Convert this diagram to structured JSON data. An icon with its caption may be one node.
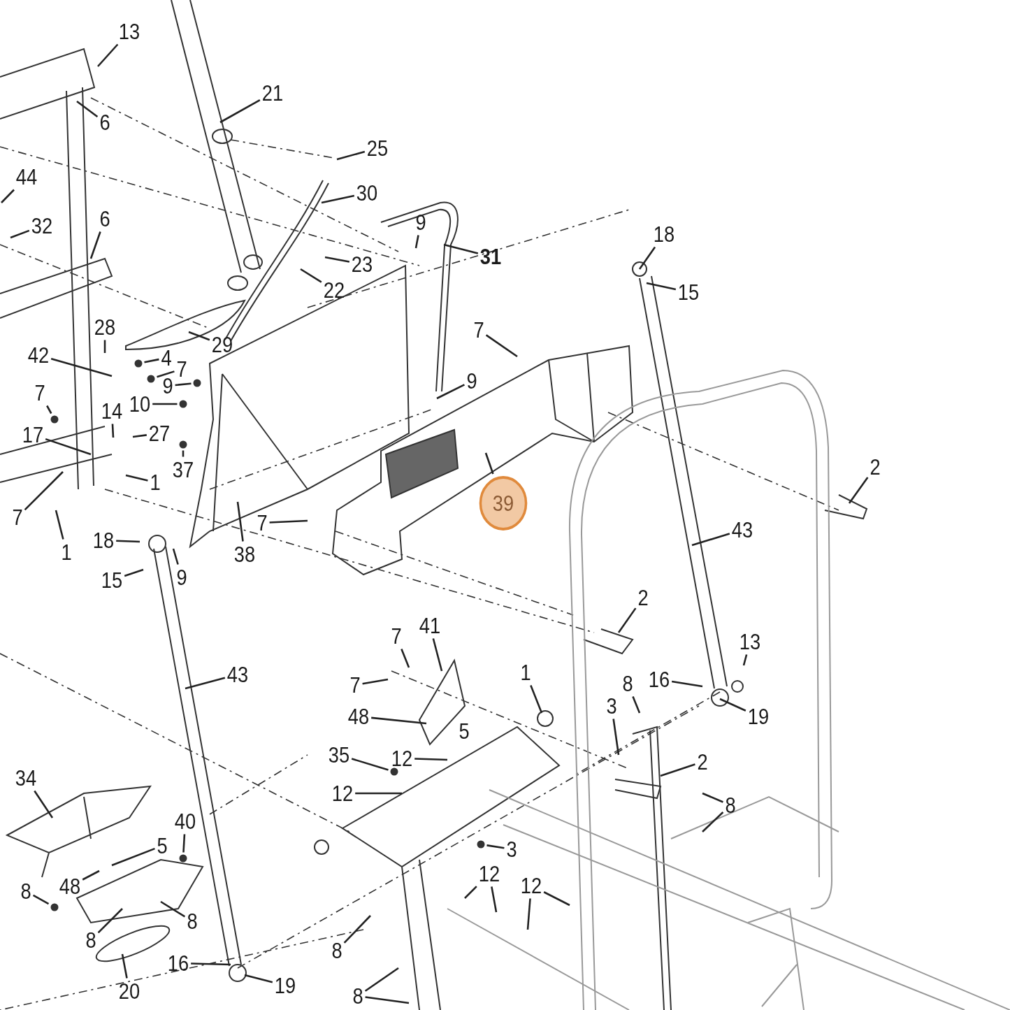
{
  "diagram": {
    "nodes": [
      {
        "text": [
          "13"
        ]
      },
      {
        "text": [
          "6"
        ]
      },
      {
        "text": [
          "21"
        ]
      },
      {
        "text": [
          "25"
        ]
      },
      {
        "text": [
          "44"
        ]
      },
      {
        "text": [
          "30"
        ]
      },
      {
        "text": [
          "6"
        ]
      },
      {
        "text": [
          "9"
        ]
      },
      {
        "text": [
          "32"
        ]
      },
      {
        "text": [
          "18"
        ]
      },
      {
        "text": [
          "31"
        ]
      },
      {
        "text": [
          "23"
        ]
      },
      {
        "text": [
          "22"
        ]
      },
      {
        "text": [
          "15"
        ]
      },
      {
        "text": [
          "28"
        ]
      },
      {
        "text": [
          "7"
        ]
      },
      {
        "text": [
          "29"
        ]
      },
      {
        "text": [
          "42"
        ]
      },
      {
        "text": [
          "4"
        ]
      },
      {
        "text": [
          "7"
        ]
      },
      {
        "text": [
          "9"
        ]
      },
      {
        "text": [
          "9"
        ]
      },
      {
        "text": [
          "7"
        ]
      },
      {
        "text": [
          "10"
        ]
      },
      {
        "text": [
          "14"
        ]
      },
      {
        "text": [
          "27"
        ]
      },
      {
        "text": [
          "17"
        ]
      },
      {
        "text": [
          "37"
        ]
      },
      {
        "text": [
          "2"
        ]
      },
      {
        "text": [
          "1"
        ]
      },
      {
        "text": [
          "39"
        ]
      },
      {
        "text": [
          "7"
        ]
      },
      {
        "text": [
          "7"
        ]
      },
      {
        "text": [
          "43"
        ]
      },
      {
        "text": [
          "18"
        ]
      },
      {
        "text": [
          "1"
        ]
      },
      {
        "text": [
          "38"
        ]
      },
      {
        "text": [
          "15"
        ]
      },
      {
        "text": [
          "9"
        ]
      },
      {
        "text": [
          "2"
        ]
      },
      {
        "text": [
          "41"
        ]
      },
      {
        "text": [
          "7"
        ]
      },
      {
        "text": [
          "13"
        ]
      },
      {
        "text": [
          "1"
        ]
      },
      {
        "text": [
          "43"
        ]
      },
      {
        "text": [
          "16"
        ]
      },
      {
        "text": [
          "8"
        ]
      },
      {
        "text": [
          "7"
        ]
      },
      {
        "text": [
          "3"
        ]
      },
      {
        "text": [
          "48"
        ]
      },
      {
        "text": [
          "19"
        ]
      },
      {
        "text": [
          "5"
        ]
      },
      {
        "text": [
          "35"
        ]
      },
      {
        "text": [
          "12"
        ]
      },
      {
        "text": [
          "2"
        ]
      },
      {
        "text": [
          "34"
        ]
      },
      {
        "text": [
          "12"
        ]
      },
      {
        "text": [
          "8"
        ]
      },
      {
        "text": [
          "40"
        ]
      },
      {
        "text": [
          "5"
        ]
      },
      {
        "text": [
          "3"
        ]
      },
      {
        "text": [
          "12"
        ]
      },
      {
        "text": [
          "48"
        ]
      },
      {
        "text": [
          "12"
        ]
      },
      {
        "text": [
          "8"
        ]
      },
      {
        "text": [
          "8"
        ]
      },
      {
        "text": [
          "8"
        ]
      },
      {
        "text": [
          "8"
        ]
      },
      {
        "text": [
          "16"
        ]
      },
      {
        "text": [
          "20"
        ]
      },
      {
        "text": [
          "19"
        ]
      },
      {
        "text": [
          "8"
        ]
      },
      {
        "text": [],
        "shape": "circle"
      },
      {
        "text": [],
        "shape": "circle"
      },
      {
        "text": [],
        "shape": "circle"
      },
      {
        "text": [],
        "shape": "circle"
      },
      {
        "text": [],
        "shape": "circle"
      },
      {
        "text": [],
        "shape": "circle"
      },
      {
        "text": [],
        "shape": "circle"
      },
      {
        "text": [],
        "shape": "circle"
      },
      {
        "text": [],
        "shape": "circle"
      },
      {
        "text": [],
        "shape": "circle"
      }
    ],
    "edges": [
      {
        "from": 0,
        "to": null,
        "arrow": "none"
      },
      {
        "from": 1,
        "to": null,
        "arrow": "none"
      },
      {
        "from": 2,
        "to": null,
        "arrow": "none"
      },
      {
        "from": 3,
        "to": null,
        "arrow": "none"
      },
      {
        "from": 4,
        "to": null,
        "arrow": "none"
      },
      {
        "from": 5,
        "to": null,
        "arrow": "none"
      },
      {
        "from": 6,
        "to": null,
        "arrow": "none"
      },
      {
        "from": 7,
        "to": null,
        "arrow": "none"
      },
      {
        "from": 8,
        "to": null,
        "arrow": "none"
      },
      {
        "from": 9,
        "to": null,
        "arrow": "none"
      },
      {
        "from": 10,
        "to": null,
        "arrow": "none"
      },
      {
        "from": 11,
        "to": null,
        "arrow": "none"
      },
      {
        "from": 12,
        "to": null,
        "arrow": "none"
      },
      {
        "from": 13,
        "to": null,
        "arrow": "none"
      },
      {
        "from": 14,
        "to": null,
        "arrow": "none"
      },
      {
        "from": 15,
        "to": null,
        "arrow": "none"
      },
      {
        "from": 16,
        "to": null,
        "arrow": "none"
      },
      {
        "from": 17,
        "to": null,
        "arrow": "none"
      },
      {
        "from": 18,
        "to": 81,
        "arrow": "none"
      },
      {
        "from": 19,
        "to": 72,
        "arrow": "none"
      },
      {
        "from": 20,
        "to": null,
        "arrow": "none"
      },
      {
        "from": 21,
        "to": 73,
        "arrow": "none"
      },
      {
        "from": 22,
        "to": 74,
        "arrow": "none"
      },
      {
        "from": 23,
        "to": 75,
        "arrow": "none"
      },
      {
        "from": 24,
        "to": null,
        "arrow": "none"
      },
      {
        "from": 25,
        "to": null,
        "arrow": "none"
      },
      {
        "from": 26,
        "to": null,
        "arrow": "none"
      },
      {
        "from": 27,
        "to": 76,
        "arrow": "none"
      },
      {
        "from": 28,
        "to": null,
        "arrow": "none"
      },
      {
        "from": 29,
        "to": null,
        "arrow": "none"
      },
      {
        "from": 30,
        "to": null,
        "arrow": "none"
      },
      {
        "from": 31,
        "to": null,
        "arrow": "none"
      },
      {
        "from": 32,
        "to": null,
        "arrow": "none"
      },
      {
        "from": 33,
        "to": null,
        "arrow": "none"
      },
      {
        "from": 34,
        "to": null,
        "arrow": "none"
      },
      {
        "from": 35,
        "to": null,
        "arrow": "none"
      },
      {
        "from": 36,
        "to": null,
        "arrow": "none"
      },
      {
        "from": 37,
        "to": null,
        "arrow": "none"
      },
      {
        "from": 38,
        "to": null,
        "arrow": "none"
      },
      {
        "from": 39,
        "to": null,
        "arrow": "none"
      },
      {
        "from": 40,
        "to": null,
        "arrow": "none"
      },
      {
        "from": 41,
        "to": null,
        "arrow": "none"
      },
      {
        "from": 42,
        "to": null,
        "arrow": "none"
      },
      {
        "from": 43,
        "to": null,
        "arrow": "none"
      },
      {
        "from": 44,
        "to": null,
        "arrow": "none"
      },
      {
        "from": 45,
        "to": null,
        "arrow": "none"
      },
      {
        "from": 46,
        "to": null,
        "arrow": "none"
      },
      {
        "from": 47,
        "to": null,
        "arrow": "none"
      },
      {
        "from": 48,
        "to": null,
        "arrow": "none"
      },
      {
        "from": 49,
        "to": null,
        "arrow": "none"
      },
      {
        "from": 50,
        "to": null,
        "arrow": "none"
      },
      {
        "from": 52,
        "to": 77,
        "arrow": "none"
      },
      {
        "from": 53,
        "to": null,
        "arrow": "none"
      },
      {
        "from": 54,
        "to": null,
        "arrow": "none"
      },
      {
        "from": 55,
        "to": null,
        "arrow": "none"
      },
      {
        "from": 56,
        "to": null,
        "arrow": "none"
      },
      {
        "from": 57,
        "to": null,
        "arrow": "none"
      },
      {
        "from": 57,
        "to": null,
        "arrow": "none"
      },
      {
        "from": 58,
        "to": 78,
        "arrow": "none"
      },
      {
        "from": 59,
        "to": null,
        "arrow": "none"
      },
      {
        "from": 60,
        "to": 79,
        "arrow": "none"
      },
      {
        "from": 61,
        "to": null,
        "arrow": "none"
      },
      {
        "from": 61,
        "to": null,
        "arrow": "none"
      },
      {
        "from": 62,
        "to": null,
        "arrow": "none"
      },
      {
        "from": 63,
        "to": null,
        "arrow": "none"
      },
      {
        "from": 63,
        "to": null,
        "arrow": "none"
      },
      {
        "from": 64,
        "to": 80,
        "arrow": "none"
      },
      {
        "from": 65,
        "to": null,
        "arrow": "none"
      },
      {
        "from": 66,
        "to": null,
        "arrow": "none"
      },
      {
        "from": 67,
        "to": null,
        "arrow": "none"
      },
      {
        "from": 68,
        "to": null,
        "arrow": "none"
      },
      {
        "from": 69,
        "to": null,
        "arrow": "none"
      },
      {
        "from": 70,
        "to": null,
        "arrow": "none"
      },
      {
        "from": 71,
        "to": null,
        "arrow": "none"
      },
      {
        "from": 71,
        "to": null,
        "arrow": "none"
      }
    ]
  }
}
